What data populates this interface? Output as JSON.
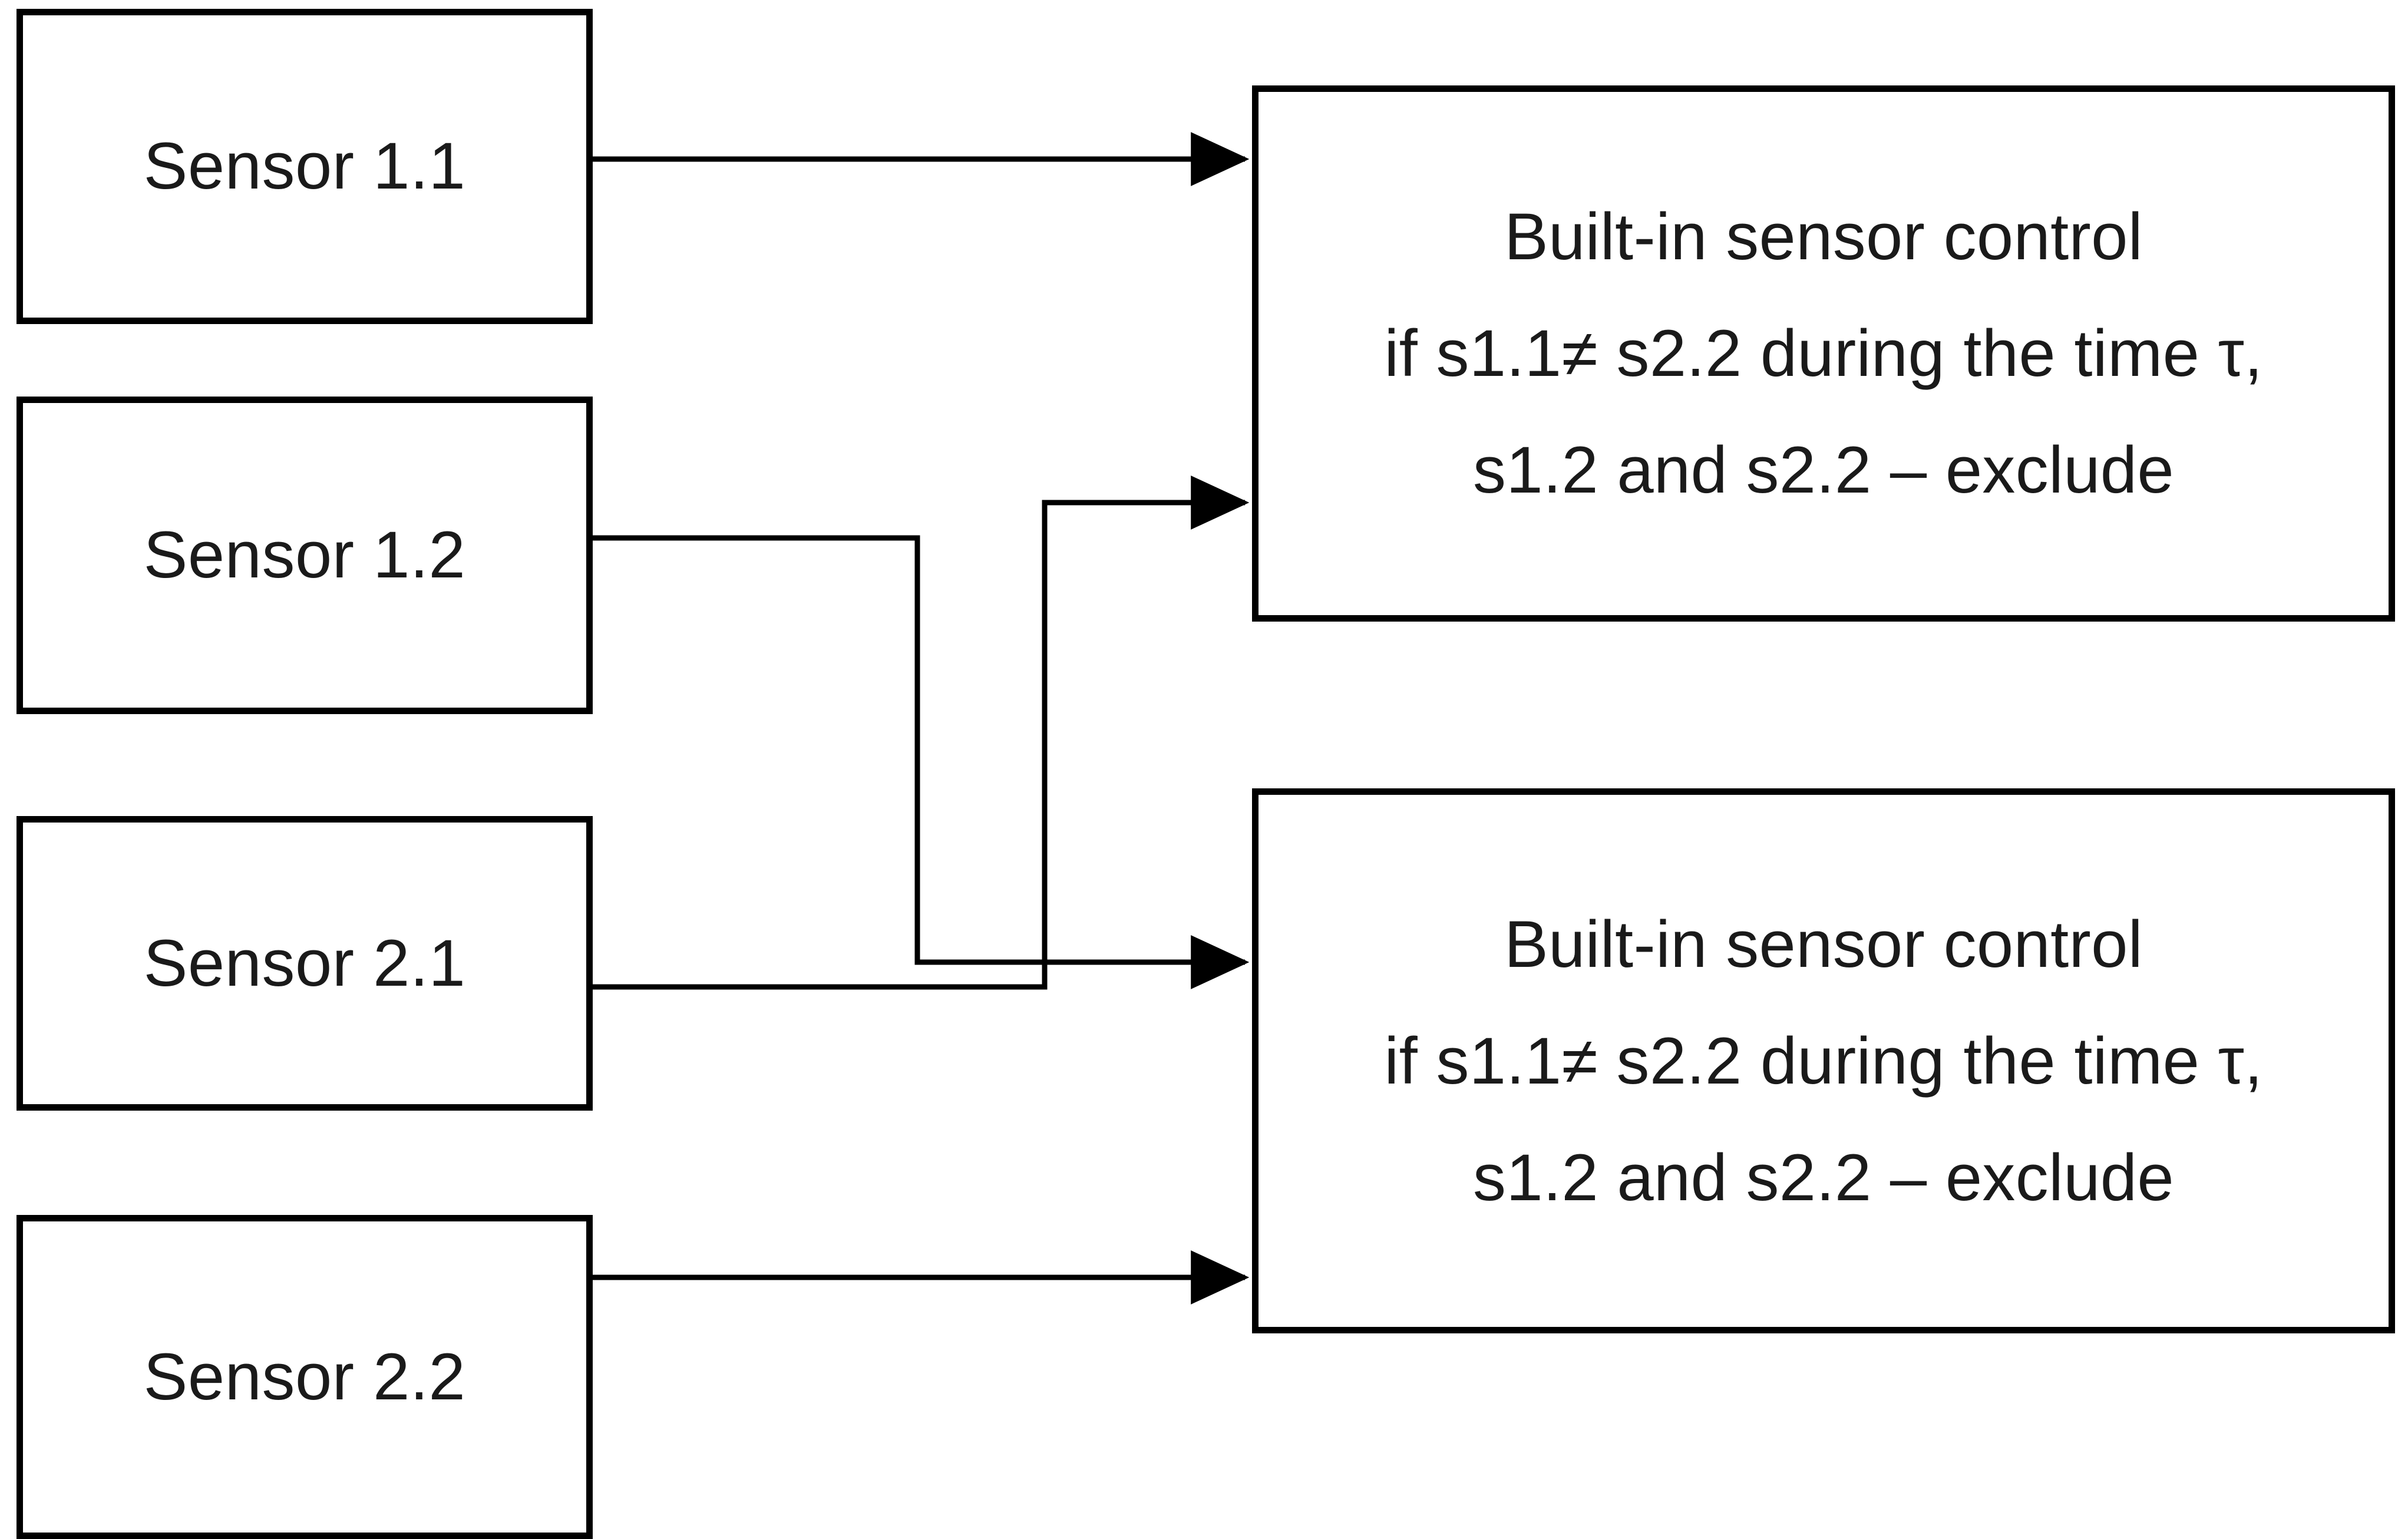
{
  "diagram": {
    "type": "block-diagram",
    "background_color": "#ffffff",
    "line_color": "#000000",
    "text_color": "#1a1a1a",
    "nodes": {
      "sensor_1_1": {
        "label": "Sensor 1.1"
      },
      "sensor_1_2": {
        "label": "Sensor 1.2"
      },
      "sensor_2_1": {
        "label": "Sensor 2.1"
      },
      "sensor_2_2": {
        "label": "Sensor 2.2"
      },
      "control_top": {
        "line1": "Built-in sensor control",
        "line2": "if s1.1≠ s2.2 during the time τ,",
        "line3": "s1.2 and s2.2 – exclude"
      },
      "control_bottom": {
        "line1": "Built-in sensor control",
        "line2": "if s1.1≠ s2.2 during the time τ,",
        "line3": "s1.2 and s2.2 – exclude"
      }
    },
    "edges": [
      {
        "id": "edge-sensor-1-1-to-control-top",
        "from": "sensor_1_1",
        "to": "control_top",
        "style": "straight",
        "arrowhead": "filled-triangle"
      },
      {
        "id": "edge-sensor-1-2-to-control-bottom",
        "from": "sensor_1_2",
        "to": "control_bottom",
        "style": "orthogonal-down",
        "arrowhead": "filled-triangle"
      },
      {
        "id": "edge-sensor-2-1-to-control-top",
        "from": "sensor_2_1",
        "to": "control_top",
        "style": "orthogonal-up",
        "arrowhead": "filled-triangle"
      },
      {
        "id": "edge-sensor-2-2-to-control-bottom",
        "from": "sensor_2_2",
        "to": "control_bottom",
        "style": "straight",
        "arrowhead": "filled-triangle"
      }
    ]
  }
}
